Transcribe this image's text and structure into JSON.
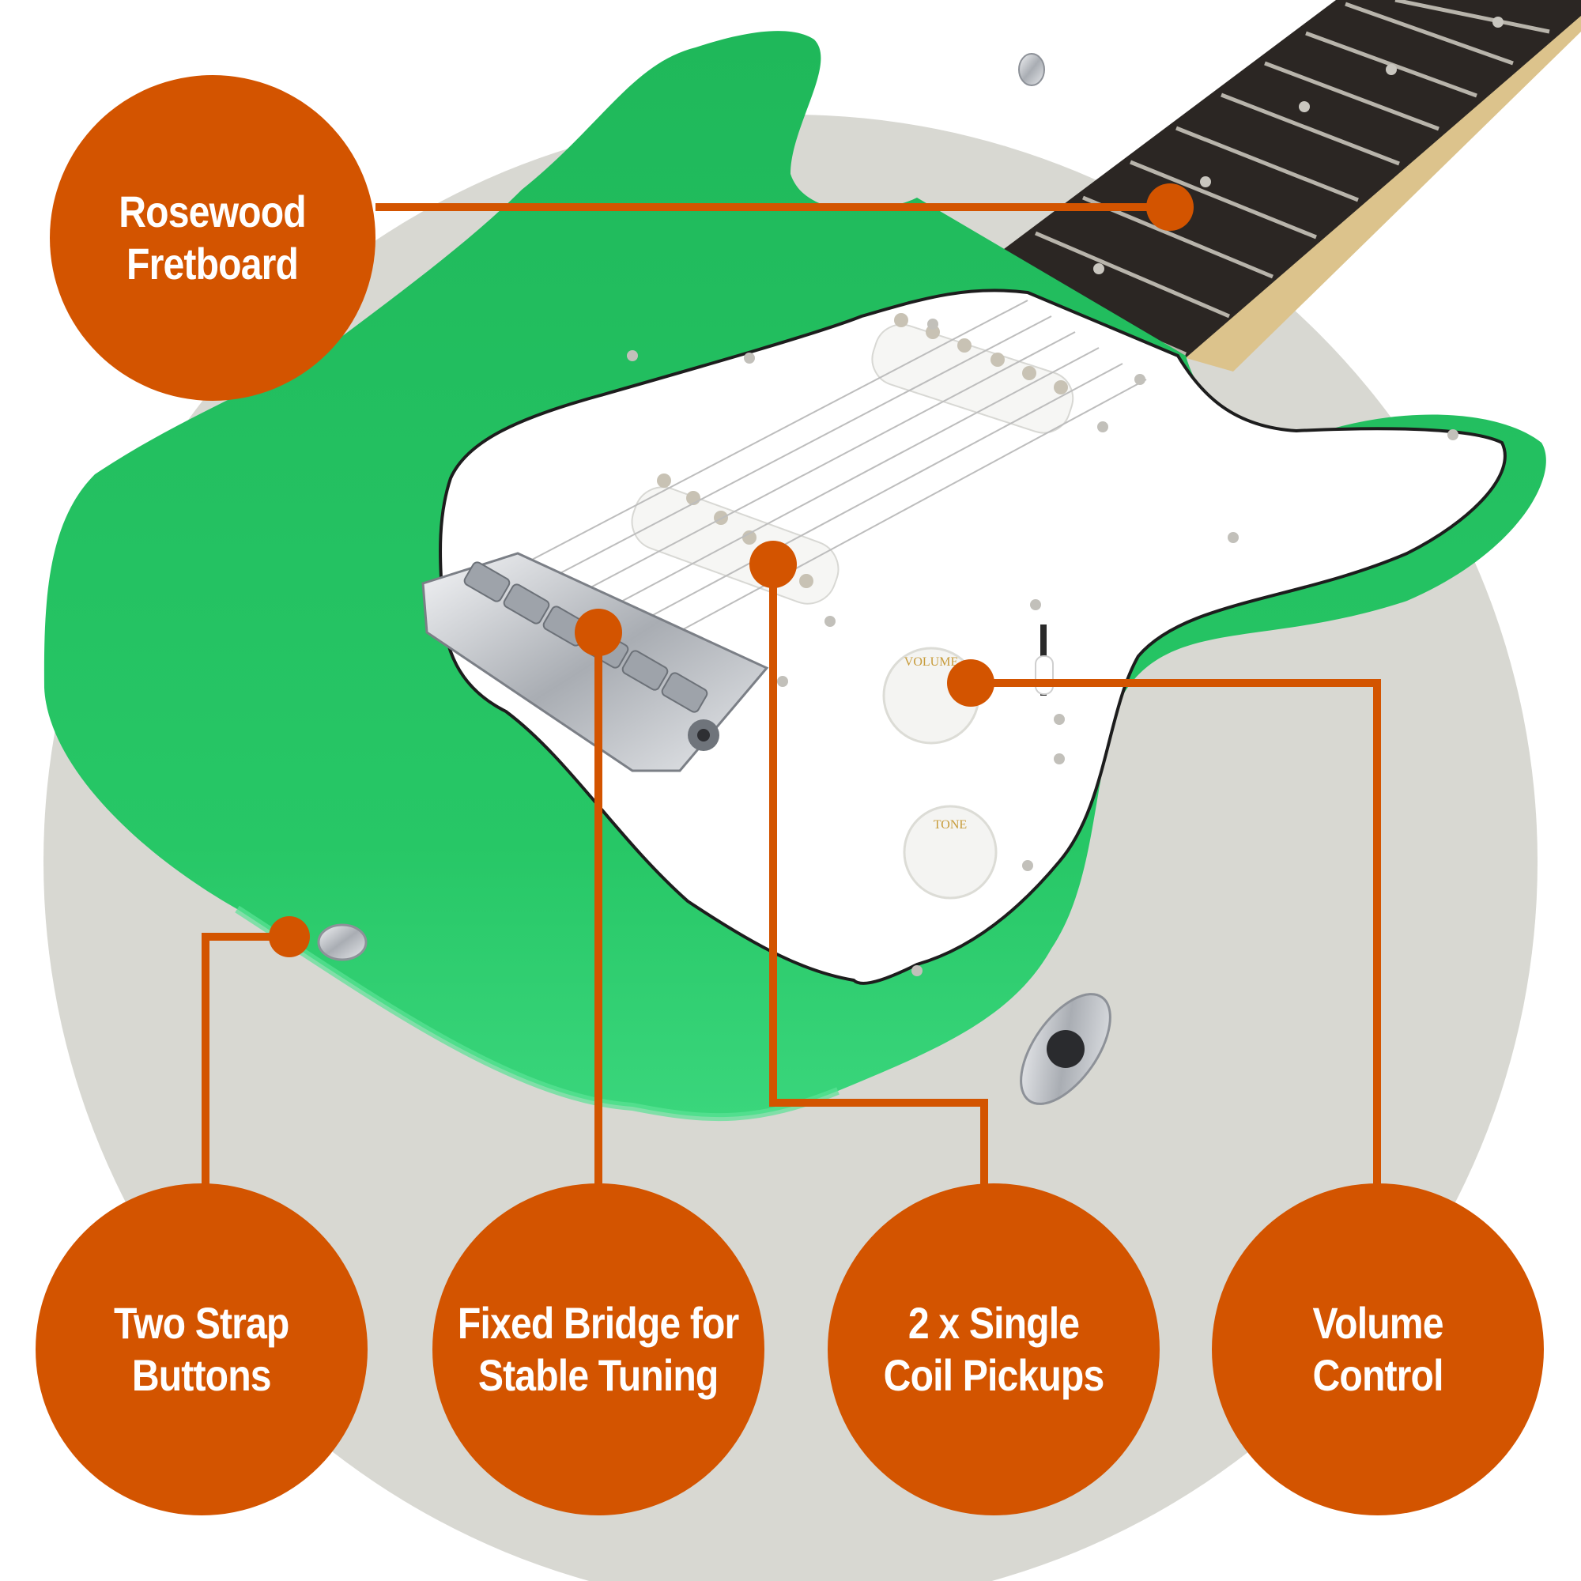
{
  "colors": {
    "accent": "#d35400",
    "backdrop": "#d8d8d2",
    "body": "#22c062",
    "pickguard": "#ffffff",
    "fretboard": "#2b2623",
    "chrome": "#c9ccd0"
  },
  "callouts": {
    "rosewood": {
      "line1": "Rosewood",
      "line2": "Fretboard"
    },
    "strap": {
      "line1": "Two Strap",
      "line2": "Buttons"
    },
    "bridge": {
      "line1": "Fixed Bridge for",
      "line2": "Stable Tuning"
    },
    "pickups": {
      "line1": "2 x Single",
      "line2": "Coil Pickups"
    },
    "volume": {
      "line1": "Volume",
      "line2": "Control"
    }
  },
  "knobs": {
    "volume_label": "VOLUME",
    "tone_label": "TONE"
  }
}
